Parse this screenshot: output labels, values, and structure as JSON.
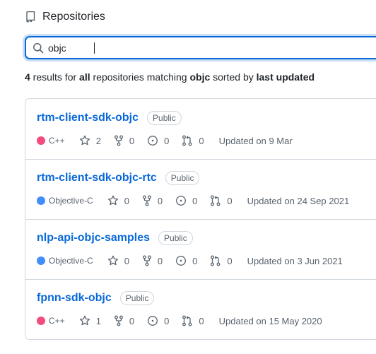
{
  "header": {
    "title": "Repositories",
    "icon": "repo-icon"
  },
  "search": {
    "value": "objc",
    "icon": "search-icon"
  },
  "summary": {
    "count": "4",
    "text1": " results for ",
    "scope": "all",
    "text2": " repositories matching ",
    "query": "objc",
    "text3": " sorted by ",
    "sort": "last updated"
  },
  "colors": {
    "accent": "#0969da",
    "cpp": "#f34b7d",
    "objc": "#438eff"
  },
  "repos": [
    {
      "name": "rtm-client-sdk-objc",
      "visibility": "Public",
      "language": "C++",
      "lang_color": "#f34b7d",
      "stars": "2",
      "forks": "0",
      "issues": "0",
      "prs": "0",
      "updated": "Updated on 9 Mar"
    },
    {
      "name": "rtm-client-sdk-objc-rtc",
      "visibility": "Public",
      "language": "Objective-C",
      "lang_color": "#438eff",
      "stars": "0",
      "forks": "0",
      "issues": "0",
      "prs": "0",
      "updated": "Updated on 24 Sep 2021"
    },
    {
      "name": "nlp-api-objc-samples",
      "visibility": "Public",
      "language": "Objective-C",
      "lang_color": "#438eff",
      "stars": "0",
      "forks": "0",
      "issues": "0",
      "prs": "0",
      "updated": "Updated on 3 Jun 2021"
    },
    {
      "name": "fpnn-sdk-objc",
      "visibility": "Public",
      "language": "C++",
      "lang_color": "#f34b7d",
      "stars": "1",
      "forks": "0",
      "issues": "0",
      "prs": "0",
      "updated": "Updated on 15 May 2020"
    }
  ]
}
